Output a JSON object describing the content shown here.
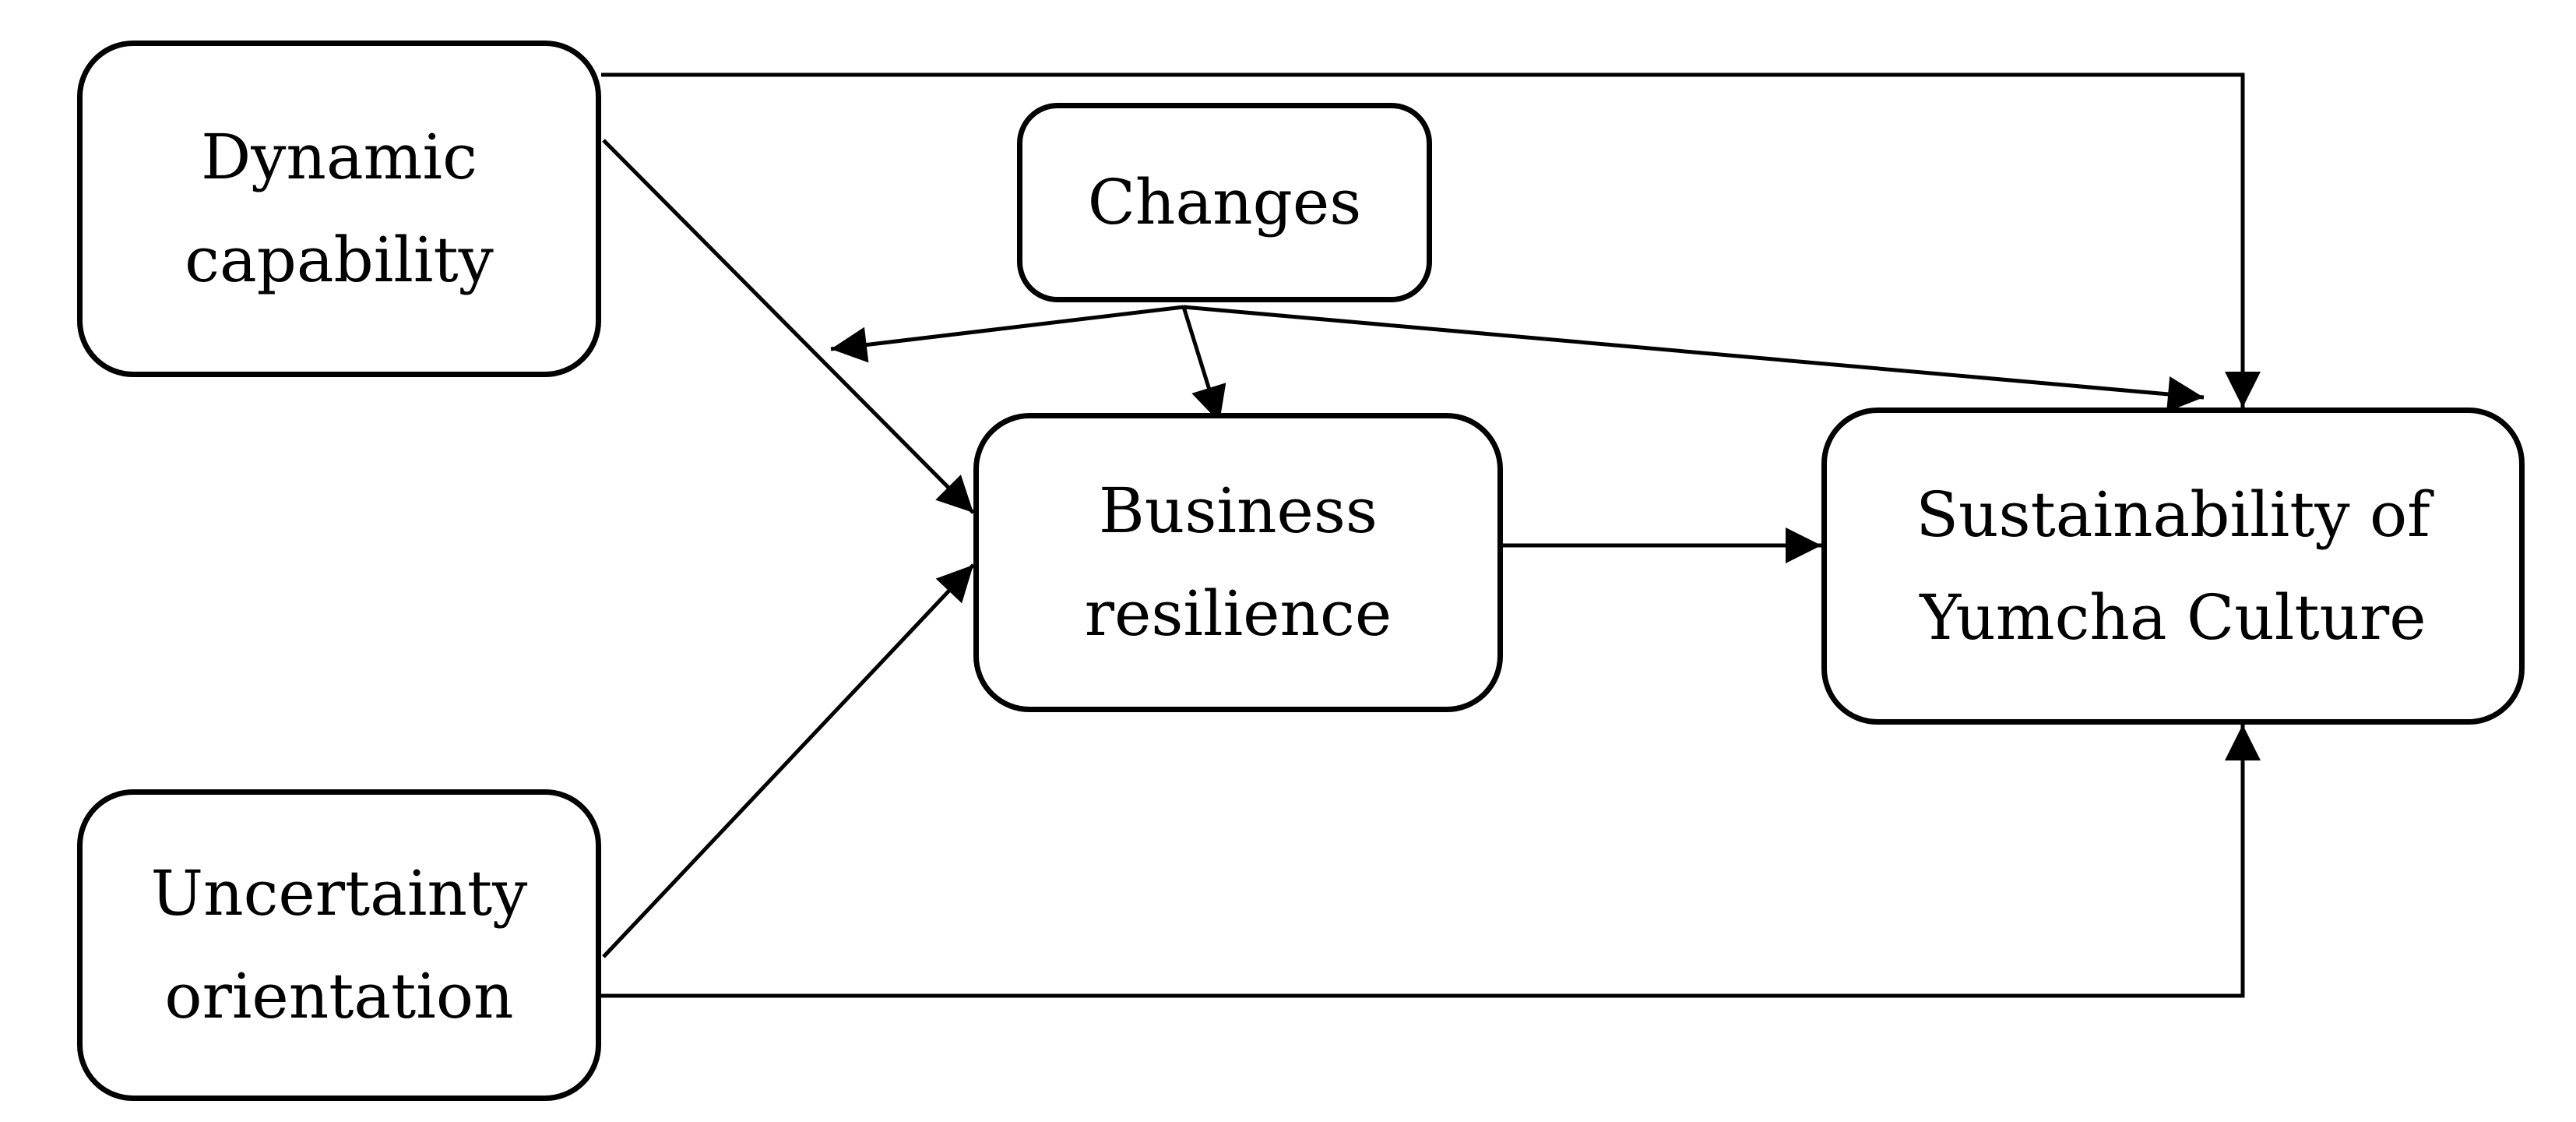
{
  "diagram": {
    "nodes": {
      "dynamic_capability": {
        "lines": [
          "Dynamic",
          "capability"
        ]
      },
      "uncertainty_orientation": {
        "lines": [
          "Uncertainty",
          "orientation"
        ]
      },
      "changes": {
        "lines": [
          "Changes"
        ]
      },
      "business_resilience": {
        "lines": [
          "Business",
          "resilience"
        ]
      },
      "sustainability": {
        "lines": [
          "Sustainability of",
          "Yumcha Culture"
        ]
      }
    },
    "edges": [
      {
        "from": "dynamic_capability",
        "to": "business_resilience"
      },
      {
        "from": "uncertainty_orientation",
        "to": "business_resilience"
      },
      {
        "from": "business_resilience",
        "to": "sustainability"
      },
      {
        "from": "dynamic_capability",
        "to": "sustainability"
      },
      {
        "from": "uncertainty_orientation",
        "to": "sustainability"
      },
      {
        "from": "changes",
        "to": "business_resilience"
      },
      {
        "from": "changes",
        "to": "sustainability"
      },
      {
        "from": "changes",
        "to": "dynamic_capability-business_resilience-path"
      }
    ],
    "colors": {
      "line": "#000000",
      "box_border": "#000000",
      "background": "#ffffff"
    }
  }
}
